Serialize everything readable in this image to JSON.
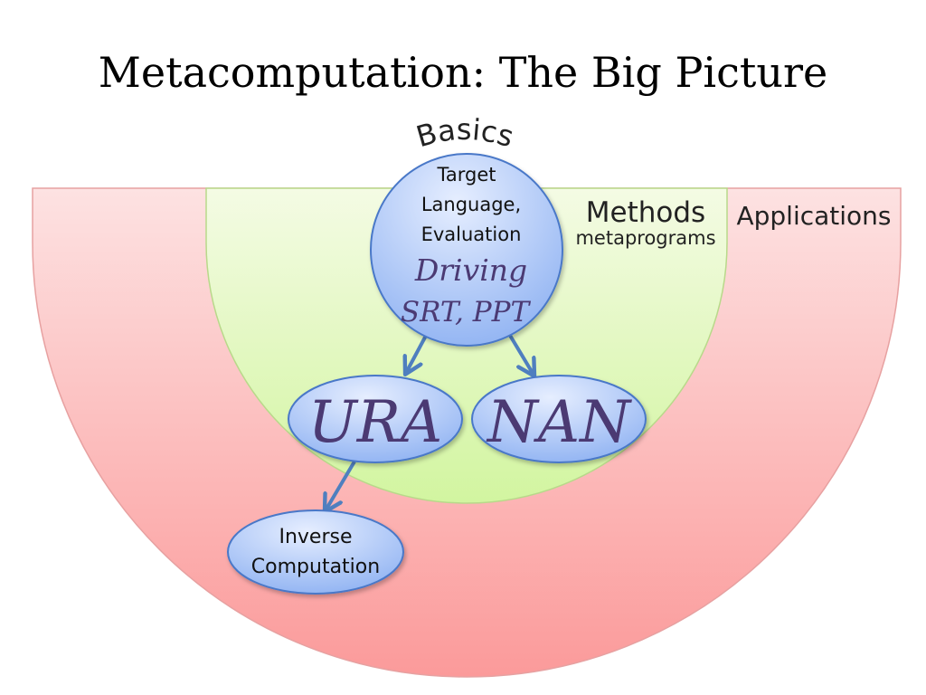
{
  "title": "Metacomputation: The Big Picture",
  "regions": {
    "basics": "Basics",
    "methods": "Methods",
    "methods_sub": "metaprograms",
    "applications": "Applications"
  },
  "basics_circle": {
    "line1": "Target",
    "line2": "Language,",
    "line3": "Evaluation",
    "line4": "Driving",
    "line5": "SRT, PPT"
  },
  "nodes": {
    "ura": "URA",
    "nan": "NAN",
    "inverse_line1": "Inverse",
    "inverse_line2": "Computation"
  },
  "colors": {
    "applications_top": "#fde2e2",
    "applications_bottom": "#fb9a9a",
    "methods_top": "#f4fbe4",
    "methods_bottom": "#d2f5a0",
    "node_top": "#dbe7ff",
    "node_bottom": "#8fb2f2",
    "node_stroke": "#4a78c8",
    "arrow": "#4f7fbf",
    "node_text": "#4b3a73"
  }
}
